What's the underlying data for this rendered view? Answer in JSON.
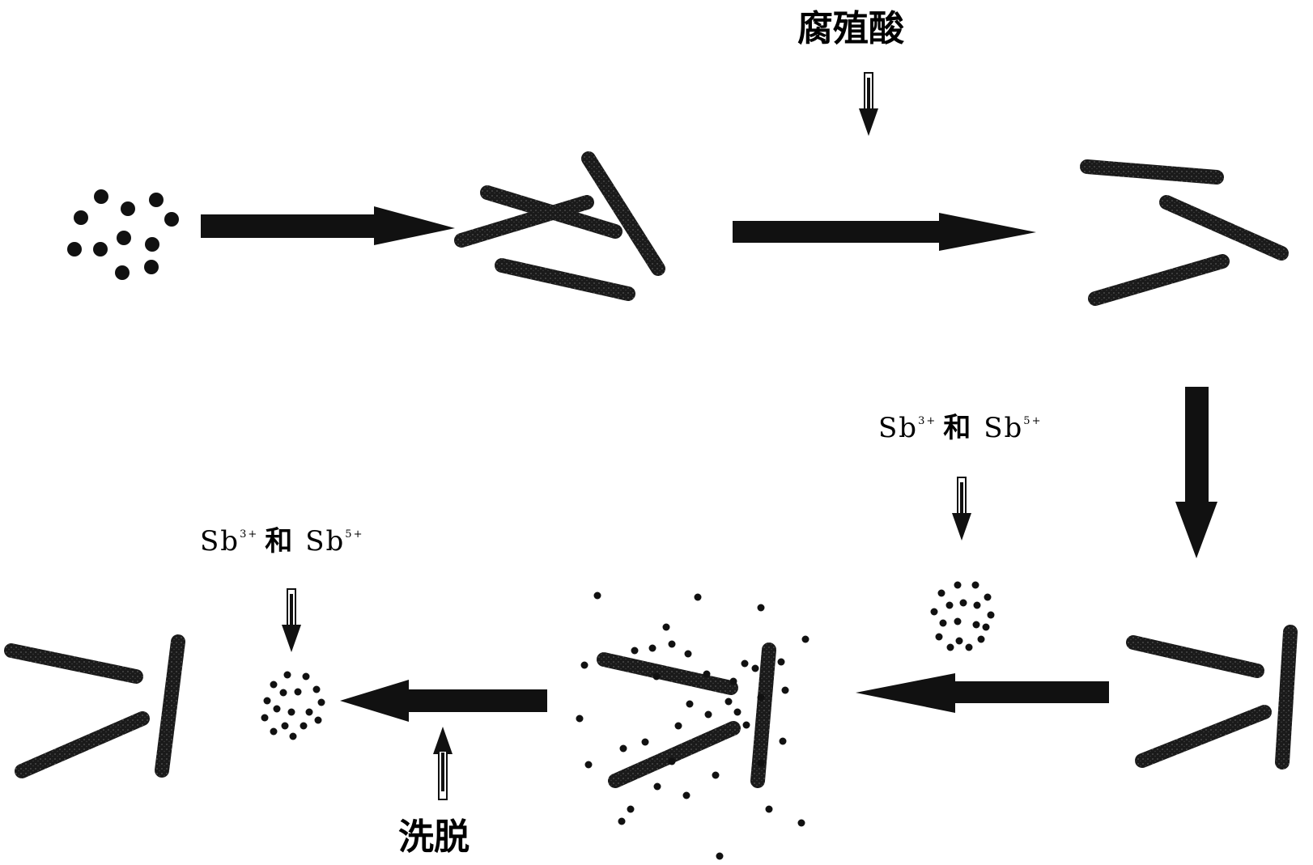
{
  "labels": {
    "humic_acid": "腐殖酸",
    "elution": "洗脱",
    "ion_a": "Sb",
    "charge_a": "3+",
    "conj": "和",
    "ion_b": "Sb",
    "charge_b": "5+"
  },
  "colors": {
    "ink": "#111111",
    "background": "#ffffff"
  }
}
